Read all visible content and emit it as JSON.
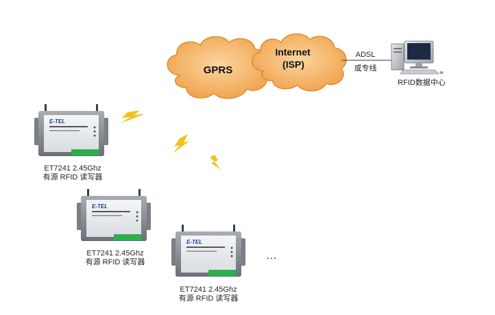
{
  "network": {
    "gprs_label": "GPRS",
    "internet_label_1": "Internet",
    "internet_label_2": "(ISP)",
    "link_label_1": "ADSL",
    "link_label_2": "或专线",
    "datacenter_label": "RFID数据中心"
  },
  "device": {
    "brand_text": "E-TEL",
    "model_line": "ET7241 2.45Ghz",
    "desc_line": "有源 RFID 读写器"
  },
  "readers": [
    {
      "model": "ET7241 2.45Ghz",
      "desc": "有源 RFID 读写器"
    },
    {
      "model": "ET7241 2.45Ghz",
      "desc": "有源 RFID 读写器"
    },
    {
      "model": "ET7241 2.45Ghz",
      "desc": "有源 RFID 读写器"
    }
  ],
  "more_indicator": "…",
  "colors": {
    "cloud_fill": "#f6b25c",
    "cloud_stroke": "#e08a2a",
    "lightning": "#f2c11c",
    "device_body": "#8a8f96",
    "device_front": "#e9ecef",
    "terminal_green": "#2fae4c"
  }
}
